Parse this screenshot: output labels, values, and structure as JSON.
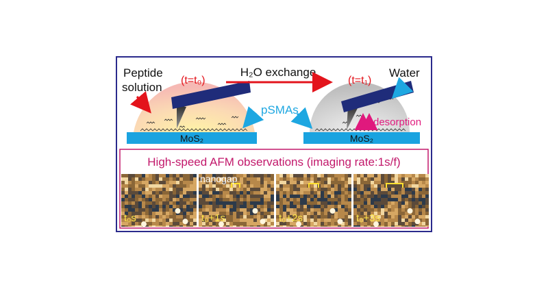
{
  "top_panel": {
    "left_label_line1": "Peptide",
    "left_label_line2": "solution",
    "left_time": "(t=t₀)",
    "exchange_label": "H₂O exchange",
    "right_time": "(t=t₁)",
    "right_label": "Water",
    "psmas_label": "pSMAs",
    "desorption_label": "desorption",
    "substrate_left": "MoS₂",
    "substrate_right": "MoS₂"
  },
  "bottom_panel": {
    "title": "High-speed AFM observations (imaging rate:1s/f)",
    "nanogap_label": "nanogap",
    "frames": [
      {
        "time_label": "t₀s"
      },
      {
        "time_label": "t₀+1s"
      },
      {
        "time_label": "t₀+2s"
      },
      {
        "time_label": "t₀+3s"
      }
    ]
  },
  "colors": {
    "outer_border": "#2a2a8c",
    "bottom_border": "#c2186b",
    "substrate": "#1aa3e0",
    "cantilever": "#1f2c7a",
    "red_arrow": "#e3141c",
    "cyan": "#1ea7e1",
    "magenta": "#e0197d",
    "bracket": "#ffe030",
    "time_text": "#ffe64a"
  }
}
